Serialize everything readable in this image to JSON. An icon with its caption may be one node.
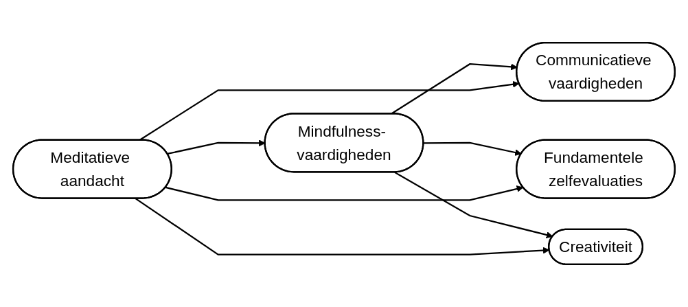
{
  "diagram": {
    "nodes": [
      {
        "text": [
          "Meditatieve aandacht"
        ]
      },
      {
        "text": [
          "Mindfulness- vaardigheden"
        ]
      },
      {
        "text": [
          "Communicatieve vaardigheden"
        ]
      },
      {
        "text": [
          "Fundamentele zelfevaluaties"
        ]
      },
      {
        "text": [
          "Creativiteit"
        ]
      }
    ],
    "edges": [
      {
        "from": 0,
        "to": 1,
        "arrow": "to"
      },
      {
        "from": 1,
        "to": 2,
        "arrow": "to"
      },
      {
        "from": 1,
        "to": 3,
        "arrow": "to"
      },
      {
        "from": 1,
        "to": 4,
        "arrow": "to"
      },
      {
        "from": 0,
        "to": 2,
        "arrow": "to"
      },
      {
        "from": 0,
        "to": 3,
        "arrow": "to"
      },
      {
        "from": 0,
        "to": 4,
        "arrow": "to"
      }
    ]
  }
}
